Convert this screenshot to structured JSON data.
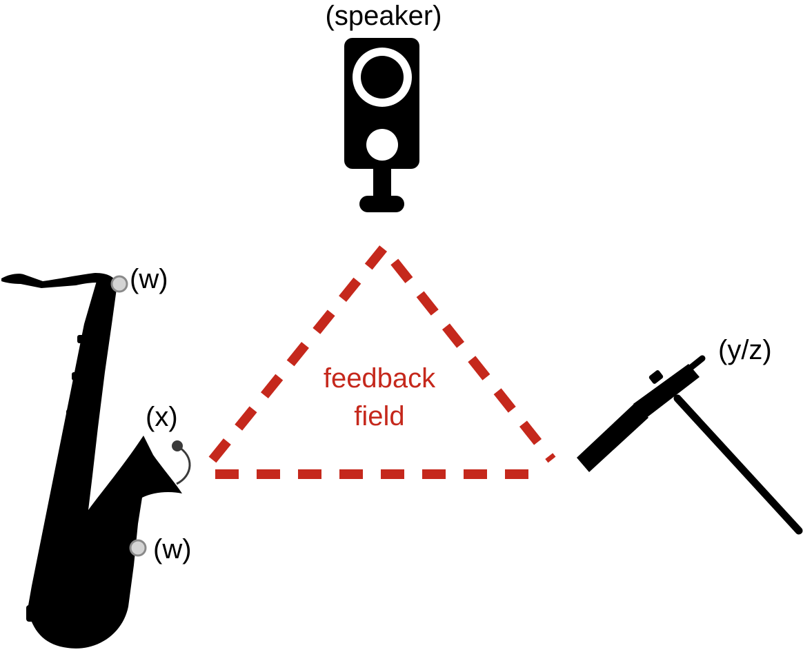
{
  "labels": {
    "speaker": "(speaker)",
    "w_top": "(w)",
    "w_bottom": "(w)",
    "x": "(x)",
    "yz": "(y/z)",
    "feedback_line1": "feedback",
    "feedback_line2": "field"
  },
  "colors": {
    "ink": "#000000",
    "feedback": "#c5281c",
    "sensor_fill": "#d4d4d4",
    "sensor_stroke": "#8a8a8a",
    "mic_clip": "#3a3a3a"
  },
  "icons": {
    "speaker": "speaker-icon",
    "saxophone": "saxophone-icon",
    "microphone": "microphone-on-stand-icon",
    "sensor": "sensor-dot-icon",
    "clip_mic": "clip-on-microphone-icon"
  }
}
